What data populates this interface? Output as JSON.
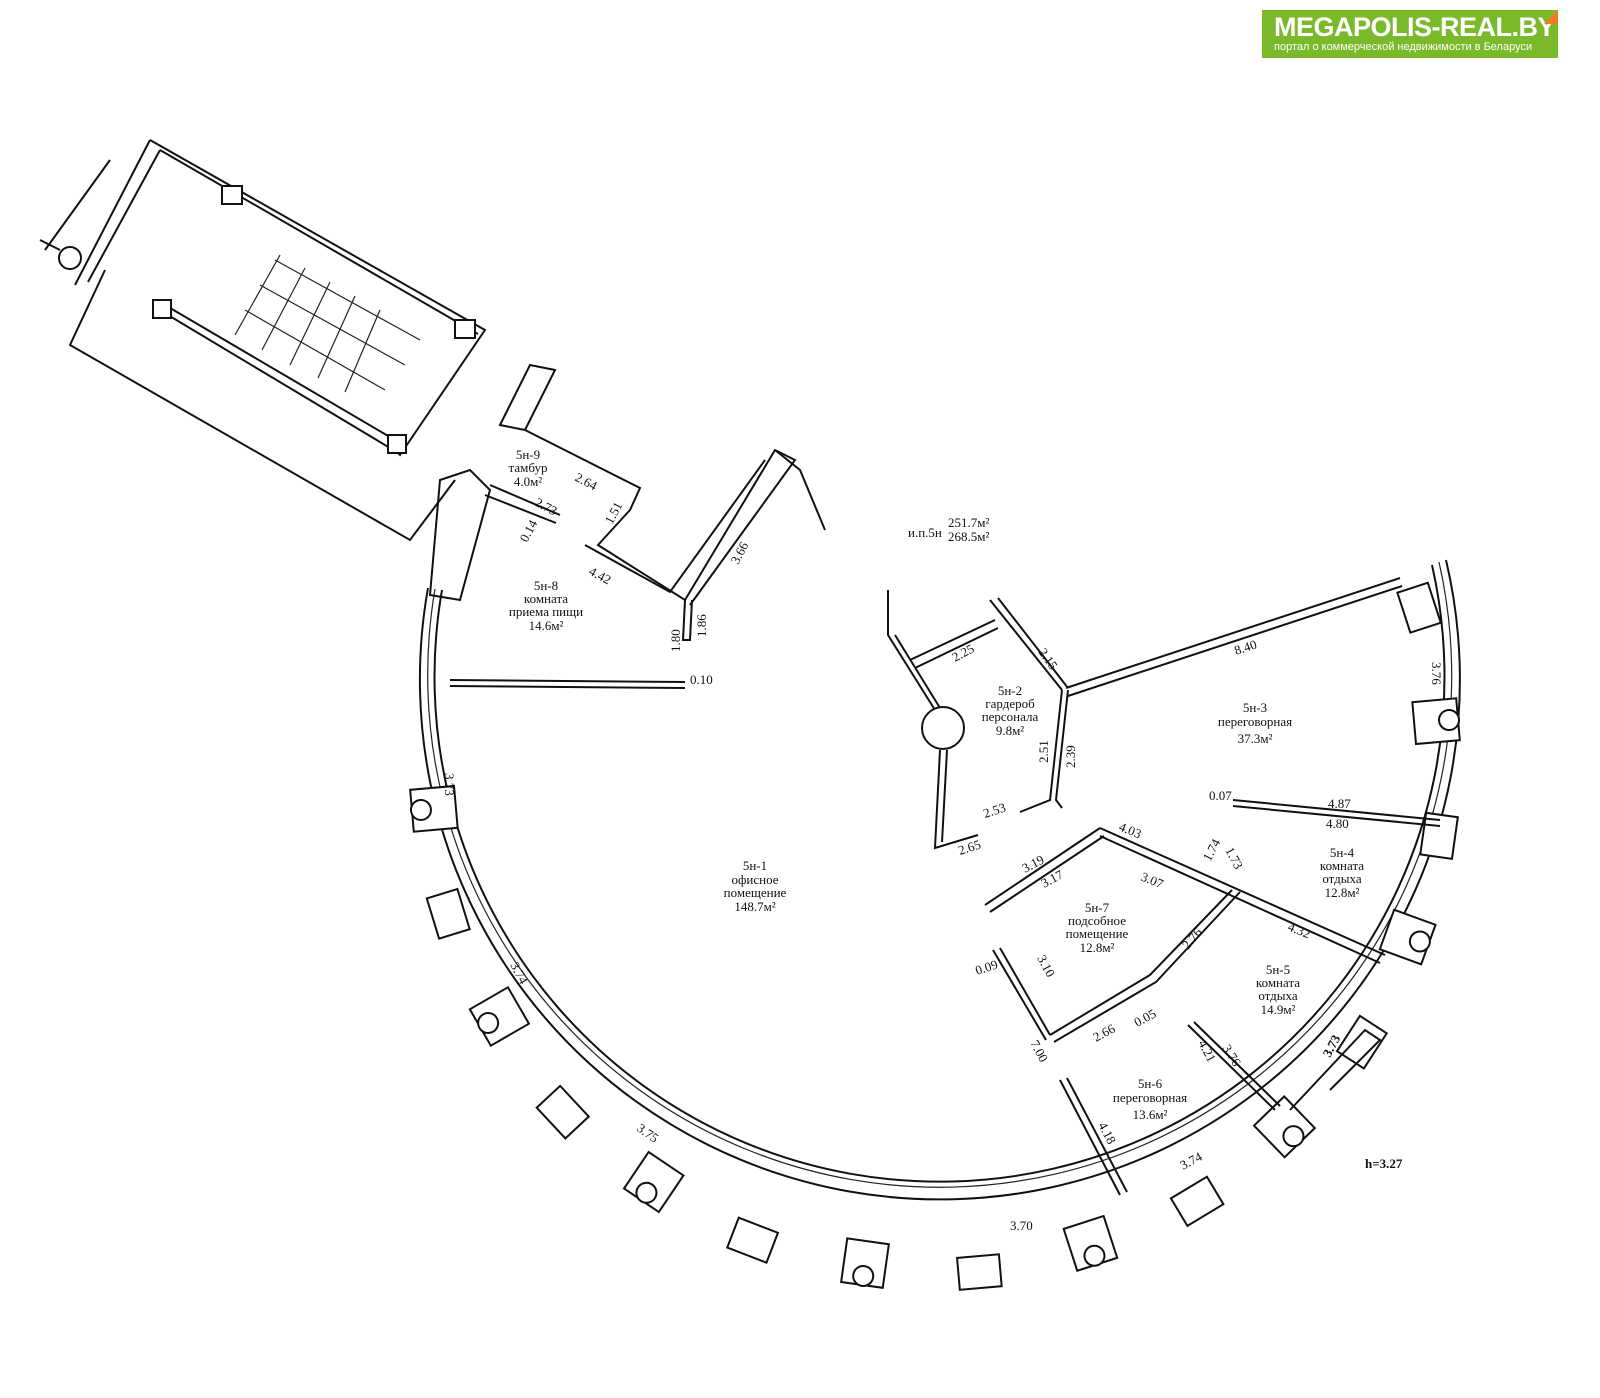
{
  "logo": {
    "title": "MEGAPOLIS-REAL.BY",
    "subtitle": "портал о коммерческой недвижимости в Беларуси",
    "brand_color": "#7ab929",
    "corner_color": "#f07a1f"
  },
  "summary": {
    "label": "и.п.5н",
    "area_1": "251.7м²",
    "area_2": "268.5м²"
  },
  "height": "h=3.27",
  "rooms": [
    {
      "id": "5н-1",
      "name_1": "офисное",
      "name_2": "помещение",
      "area": "148.7м²"
    },
    {
      "id": "5н-2",
      "name_1": "гардероб",
      "name_2": "персонала",
      "area": "9.8м²"
    },
    {
      "id": "5н-3",
      "name_1": "переговорная",
      "name_2": "",
      "area": "37.3м²"
    },
    {
      "id": "5н-4",
      "name_1": "комната",
      "name_2": "отдыха",
      "area": "12.8м²"
    },
    {
      "id": "5н-5",
      "name_1": "комната",
      "name_2": "отдыха",
      "area": "14.9м²"
    },
    {
      "id": "5н-6",
      "name_1": "переговорная",
      "name_2": "",
      "area": "13.6м²"
    },
    {
      "id": "5н-7",
      "name_1": "подсобное",
      "name_2": "помещение",
      "area": "12.8м²"
    },
    {
      "id": "5н-8",
      "name_1": "комната",
      "name_2": "приема пищи",
      "area": "14.6м²"
    },
    {
      "id": "5н-9",
      "name_1": "тамбур",
      "name_2": "",
      "area": "4.0м²"
    }
  ],
  "dimensions": [
    "2.64",
    "2.73",
    "1.51",
    "0.14",
    "4.42",
    "3.66",
    "1.86",
    "1.80",
    "0.10",
    "3.73",
    "3.74",
    "3.75",
    "3.70",
    "3.74",
    "4.18",
    "2.25",
    "2.15",
    "8.40",
    "3.76",
    "2.51",
    "2.39",
    "2.53",
    "2.65",
    "0.07",
    "4.87",
    "4.80",
    "4.03",
    "1.74",
    "1.73",
    "3.19",
    "3.17",
    "3.07",
    "4.32",
    "0.09",
    "3.10",
    "2.76",
    "0.05",
    "2.66",
    "7.00",
    "4.21",
    "3.76",
    "3.73"
  ]
}
